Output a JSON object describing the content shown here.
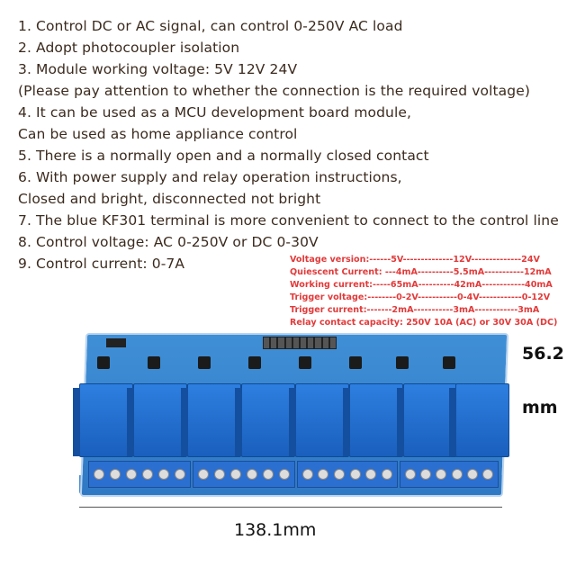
{
  "specs": [
    "1. Control DC or AC signal, can control 0-250V AC load",
    "2. Adopt photocoupler isolation",
    "3. Module working voltage: 5V 12V 24V",
    "(Please pay attention to whether the connection is the required voltage)",
    "4. It can be used as a MCU development board module,",
    "Can be used as home appliance control",
    "5. There is a normally open and a normally closed contact",
    "6. With power supply and relay operation instructions,",
    "Closed and bright, disconnected not bright",
    "7. The blue KF301 terminal is more convenient to connect to the control line",
    "8. Control voltage: AC 0-250V or DC 0-30V",
    "9. Control current: 0-7A"
  ],
  "parameters": [
    "Voltage version:------5V--------------12V--------------24V",
    "Quiescent Current:  ---4mA----------5.5mA-----------12mA",
    "Working current:-----65mA----------42mA------------40mA",
    "Trigger voltage:--------0-2V-----------0-4V------------0-12V",
    "Trigger current:-------2mA-----------3mA------------3mA",
    "Relay contact capacity: 250V 10A (AC) or 30V 30A (DC)"
  ],
  "dimensions": {
    "height_value": "56.2",
    "height_unit": "mm",
    "width": "138.1mm"
  },
  "colors": {
    "text": "#3b2a1e",
    "param_text": "#e23a3a",
    "pcb": "#2f78c4",
    "relay": "#1a5fbd"
  }
}
